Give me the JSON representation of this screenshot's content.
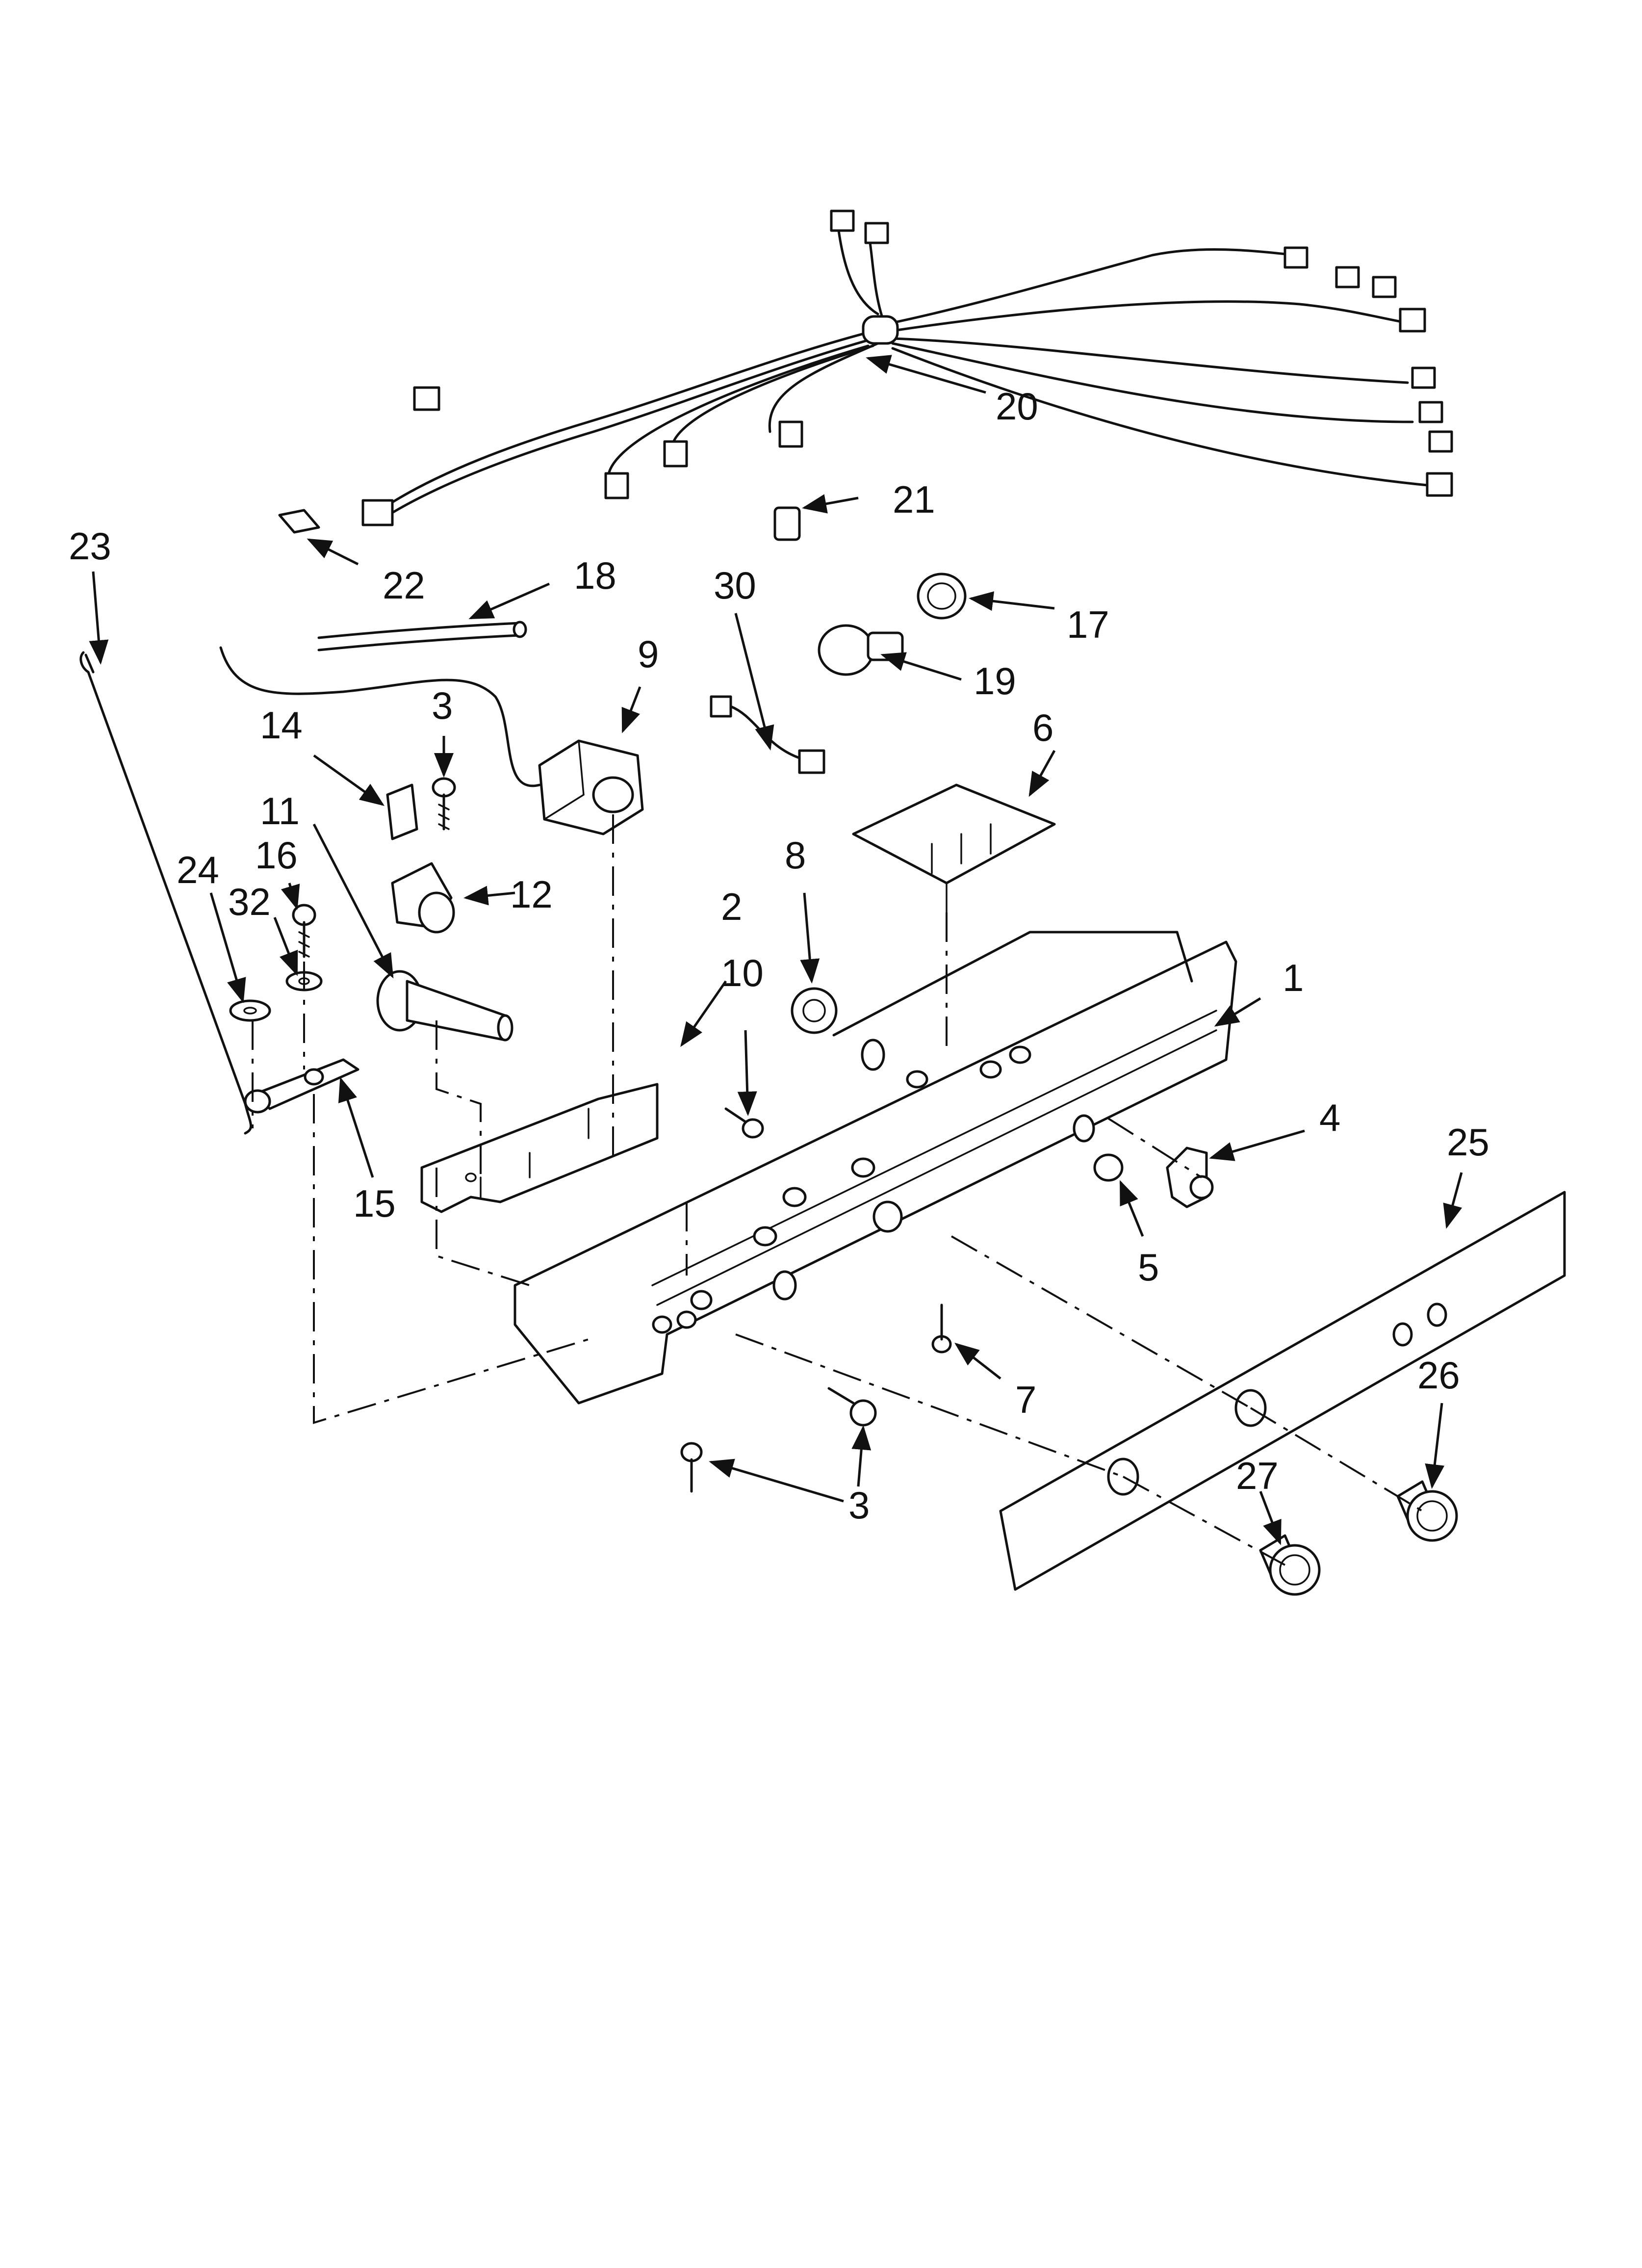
{
  "diagram": {
    "type": "exploded-parts-diagram",
    "callouts": [
      {
        "id": "c1",
        "label": "1"
      },
      {
        "id": "c2",
        "label": "2"
      },
      {
        "id": "c3a",
        "label": "3"
      },
      {
        "id": "c3b",
        "label": "3"
      },
      {
        "id": "c4",
        "label": "4"
      },
      {
        "id": "c5",
        "label": "5"
      },
      {
        "id": "c6",
        "label": "6"
      },
      {
        "id": "c7",
        "label": "7"
      },
      {
        "id": "c8",
        "label": "8"
      },
      {
        "id": "c9",
        "label": "9"
      },
      {
        "id": "c10",
        "label": "10"
      },
      {
        "id": "c11",
        "label": "11"
      },
      {
        "id": "c12",
        "label": "12"
      },
      {
        "id": "c14",
        "label": "14"
      },
      {
        "id": "c15",
        "label": "15"
      },
      {
        "id": "c16",
        "label": "16"
      },
      {
        "id": "c17",
        "label": "17"
      },
      {
        "id": "c18",
        "label": "18"
      },
      {
        "id": "c19",
        "label": "19"
      },
      {
        "id": "c20",
        "label": "20"
      },
      {
        "id": "c21",
        "label": "21"
      },
      {
        "id": "c22",
        "label": "22"
      },
      {
        "id": "c23",
        "label": "23"
      },
      {
        "id": "c24",
        "label": "24"
      },
      {
        "id": "c25",
        "label": "25"
      },
      {
        "id": "c26",
        "label": "26"
      },
      {
        "id": "c27",
        "label": "27"
      },
      {
        "id": "c30",
        "label": "30"
      },
      {
        "id": "c32",
        "label": "32"
      }
    ]
  }
}
